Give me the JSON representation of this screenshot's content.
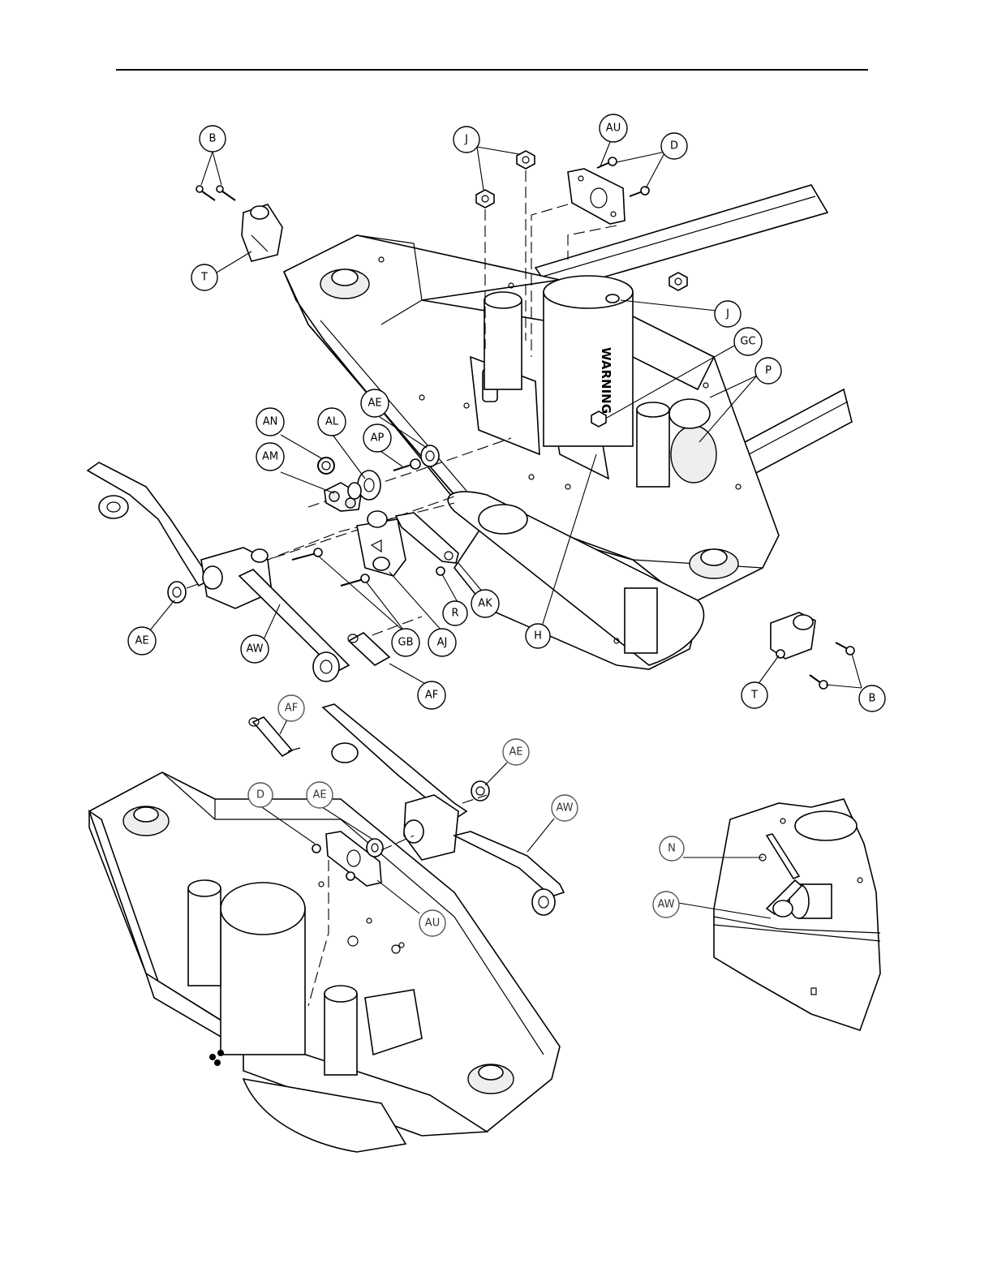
{
  "callouts": {
    "B_top": "B",
    "T_top": "T",
    "J_1": "J",
    "AU_top": "AU",
    "D_top": "D",
    "J_2": "J",
    "GC": "GC",
    "P": "P",
    "AN": "AN",
    "AL": "AL",
    "AE_1": "AE",
    "AP": "AP",
    "AM": "AM",
    "AE_2": "AE",
    "AW_1": "AW",
    "GB": "GB",
    "AJ": "AJ",
    "R": "R",
    "AK": "AK",
    "H": "H",
    "AF_1": "AF",
    "T_bot": "T",
    "B_bot": "B",
    "AF_2": "AF",
    "AE_3": "AE",
    "D_bot": "D",
    "AE_4": "AE",
    "AW_2": "AW",
    "AU_bot": "AU",
    "N": "N",
    "AW_3": "AW"
  },
  "decal_text": "WARNING"
}
